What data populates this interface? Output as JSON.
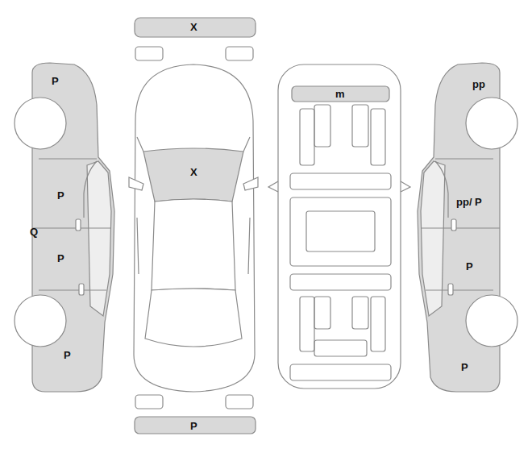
{
  "diagram": {
    "nodes": [
      {
        "text": [
          "X"
        ]
      },
      {
        "text": [
          "X"
        ]
      },
      {
        "text": [
          "m"
        ]
      },
      {
        "text": [
          "P"
        ]
      },
      {
        "text": [
          "P"
        ]
      },
      {
        "text": [
          "Q"
        ]
      },
      {
        "text": [
          "P"
        ]
      },
      {
        "text": [
          "P"
        ]
      },
      {
        "text": [
          "pp"
        ]
      },
      {
        "text": [
          "pp/ P"
        ]
      },
      {
        "text": [
          "P"
        ]
      },
      {
        "text": [
          "P"
        ]
      },
      {
        "text": [
          "P"
        ]
      }
    ]
  }
}
